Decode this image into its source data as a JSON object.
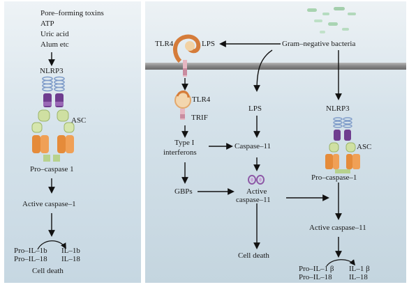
{
  "left_panel": {
    "stimuli": [
      "Pore–forming toxins",
      "ATP",
      "Uric acid",
      "Alum etc"
    ],
    "nlrp3": "NLRP3",
    "asc": "ASC",
    "pro_caspase": "Pro–caspase 1",
    "active_caspase": "Active caspase–1",
    "products": {
      "pro_il1b": "Pro–IL–1b",
      "il1b": "IL–1b",
      "pro_il18": "Pro–IL–18",
      "il18": "IL–18"
    },
    "cell_death": "Cell death"
  },
  "right_panel": {
    "tlr4_top": "TLR4",
    "lps_top": "LPS",
    "bacteria": "Gram–negative bacteria",
    "tlr4_inner": "TLR4",
    "trif": "TRIF",
    "lps_inner": "LPS",
    "nlrp3": "NLRP3",
    "type1_line1": "Type I",
    "type1_line2": "interferons",
    "caspase11": "Caspase–11",
    "asc": "ASC",
    "pro_caspase": "Pro–caspase–1",
    "gbps": "GBPs",
    "active_c11_line1": "Active",
    "active_c11_line2": "caspase–11",
    "active_caspase1": "Active caspase–11",
    "cell_death": "Cell death",
    "products": {
      "pro_il1b": "Pro–IL–1 β",
      "il1b": "IL–1 β",
      "pro_il18": "Pro–IL–18",
      "il18": "IL–18"
    }
  }
}
